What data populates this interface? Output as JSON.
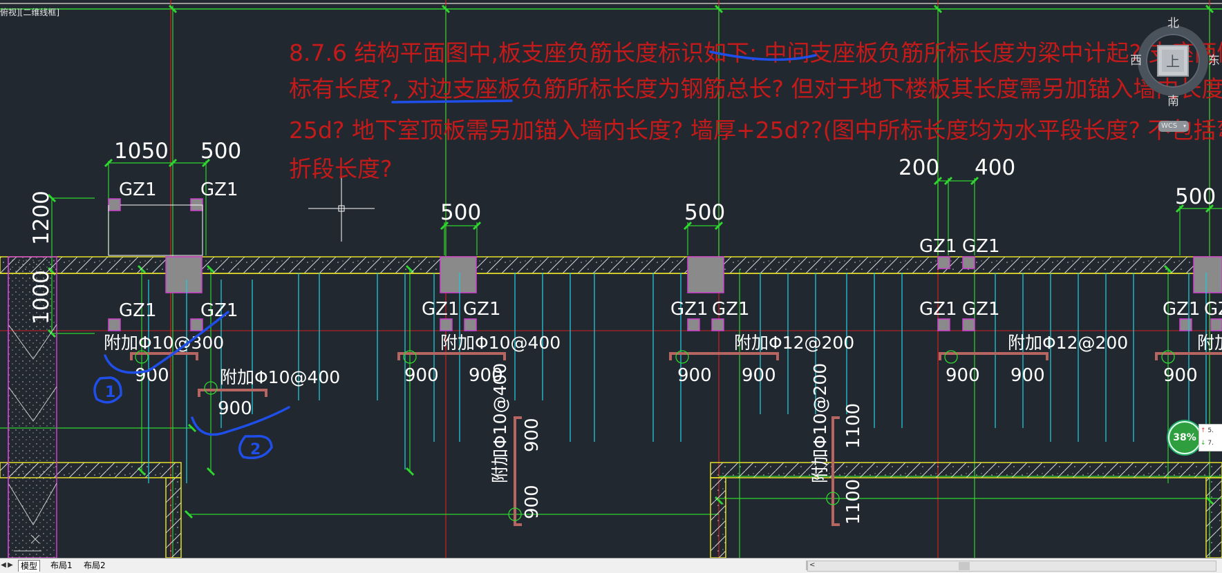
{
  "view_label": "俯视][二维线框]",
  "annotation_note": {
    "line1": "8.7.6  结构平面图中,板支座负筋长度标识如下: 中间支座板负筋所标长度为梁中计起? 支座两侧均",
    "line2": "标有长度?, 对边支座板负筋所标长度为钢筋总长? 但对于地下楼板其长度需另加锚入墙内长度?",
    "line3": "25d? 地下室顶板需另加锚入墙内长度? 墙厚+25d??(图中所标长度均为水平段长度? 不包括弯",
    "line4": "折段长度?"
  },
  "dimensions": {
    "d1050": "1050",
    "d500a": "500",
    "d1200": "1200",
    "d1000": "1000",
    "d500b": "500",
    "d500c": "500",
    "d200": "200",
    "d400": "400",
    "d500d": "500"
  },
  "column_labels": {
    "gz": "GZ1"
  },
  "rebar_labels": {
    "r1": "附加Φ10@300",
    "r2": "附加Φ10@400",
    "r3": "附加Φ10@400",
    "r4": "附加Φ12@200",
    "r5": "附加Φ12@200",
    "r6": "附加",
    "r7": "附加Φ10@400",
    "r8": "附加Φ10@200"
  },
  "rebar_lengths": {
    "l900": "900",
    "l1100": "1100"
  },
  "handwritten_marks": {
    "m1": "1",
    "m2": "2"
  },
  "viewcube": {
    "north": "北",
    "south": "南",
    "west": "西",
    "east": "东",
    "top": "上",
    "wcs": "WCS"
  },
  "status_badge": {
    "percent": "38%",
    "up_value": "5.",
    "down_value": "7."
  },
  "layout_tabs": [
    "模型",
    "布局1",
    "布局2"
  ],
  "colors": {
    "background": "#212830",
    "grid_green": "#2fd62f",
    "axis_red": "#d11f1f",
    "text_red": "#c41a1a",
    "rebar_cyan": "#22c8d8",
    "wall_yellow": "#e6e02a",
    "column_fill": "#8a8a8a",
    "column_magenta": "#d040d0",
    "rebar_brown": "#b76560",
    "pen_blue": "#1f4fe8"
  }
}
